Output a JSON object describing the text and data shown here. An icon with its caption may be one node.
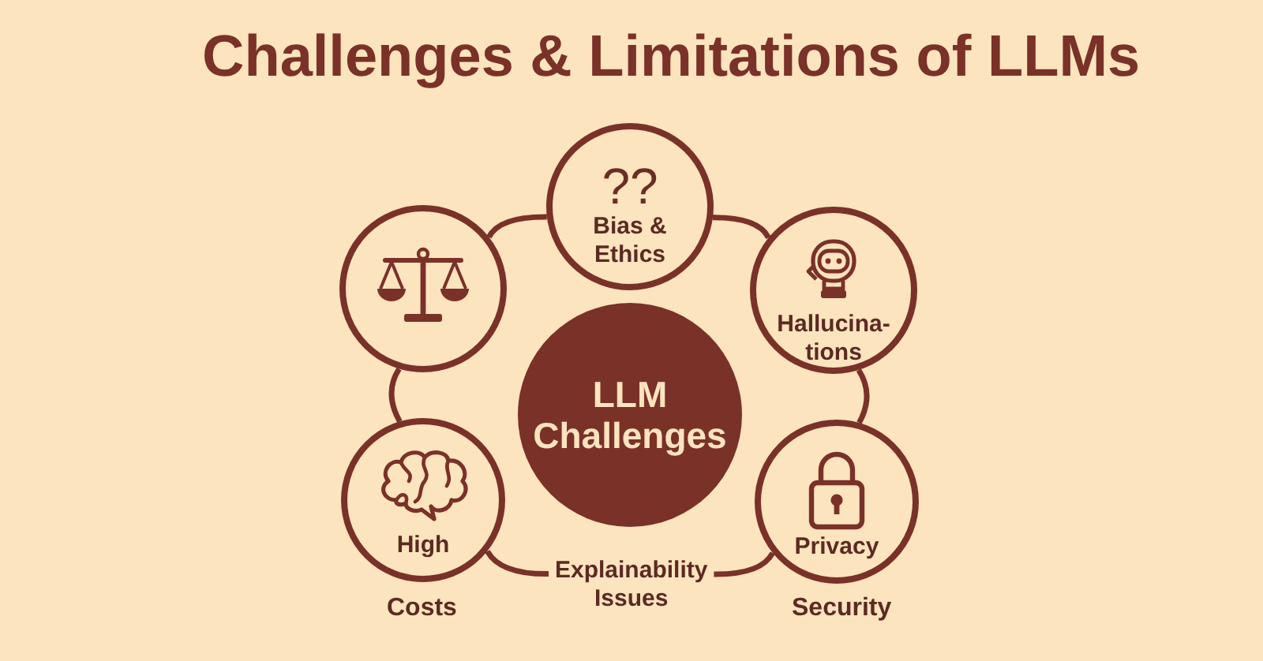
{
  "diagram": {
    "title": "Challenges & Limitations of LLMs",
    "nodes": [
      {
        "text": [
          "LLM Challenges"
        ]
      },
      {
        "text": [
          "??",
          "Bias & Ethics"
        ]
      },
      {
        "text": [
          "Hallucina- tions"
        ]
      },
      {
        "text": [
          "Privacy"
        ],
        "beside": [
          "Security"
        ]
      },
      {
        "text": [
          "Explainability Issues"
        ]
      },
      {
        "text": [
          "High"
        ],
        "beside": [
          "Costs"
        ]
      },
      {
        "text": [],
        "shape": "circle"
      }
    ],
    "edges": [
      {
        "from": 1,
        "to": 2,
        "arrow": "none"
      },
      {
        "from": 2,
        "to": 3,
        "arrow": "none"
      },
      {
        "from": 3,
        "to": 4,
        "arrow": "none"
      },
      {
        "from": 4,
        "to": 5,
        "arrow": "none"
      },
      {
        "from": 5,
        "to": 6,
        "arrow": "none"
      },
      {
        "from": 6,
        "to": 1,
        "arrow": "none"
      }
    ]
  }
}
